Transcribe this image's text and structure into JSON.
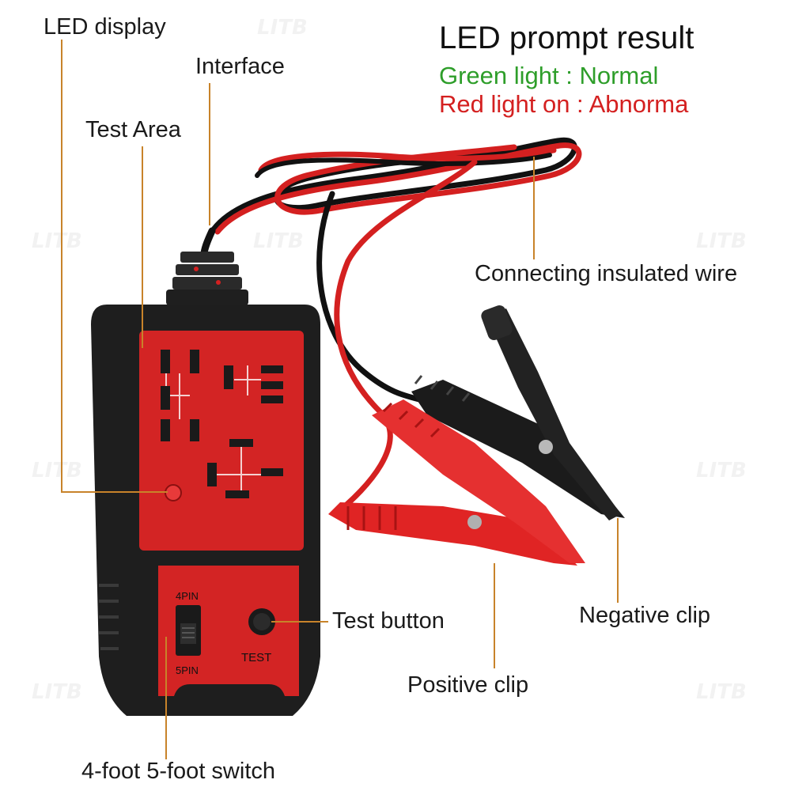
{
  "legend": {
    "title": "LED prompt result",
    "green_text": "Green light : Normal",
    "red_text": "Red light on : Abnorma",
    "green_color": "#2e9e2a",
    "red_color": "#d42020"
  },
  "labels": {
    "led_display": "LED display",
    "interface": "Interface",
    "test_area": "Test Area",
    "connecting_wire": "Connecting insulated wire",
    "test_button": "Test button",
    "negative_clip": "Negative clip",
    "positive_clip": "Positive clip",
    "switch": "4-foot 5-foot switch"
  },
  "device": {
    "pin4": "4PIN",
    "pin5": "5PIN",
    "test": "TEST"
  },
  "watermark": "LITB",
  "colors": {
    "leader": "#c8832a",
    "device_body": "#1e1e1e",
    "panel_red": "#d32424"
  }
}
